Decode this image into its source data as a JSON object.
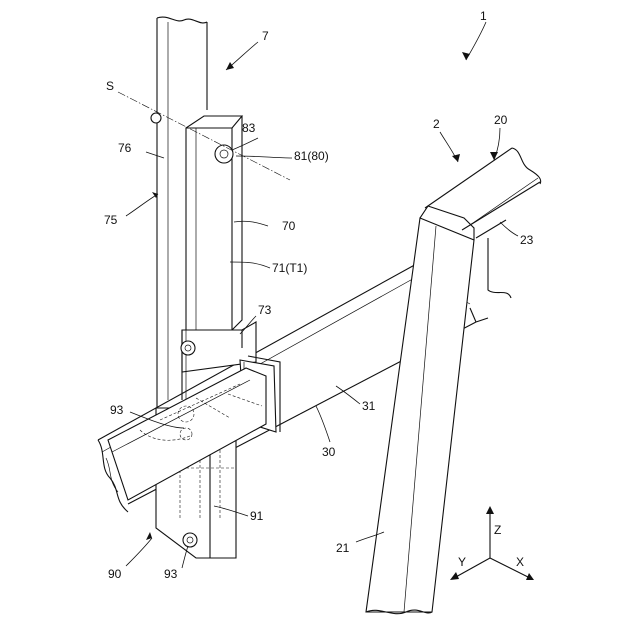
{
  "figure": {
    "labels": {
      "assembly": "1",
      "rack_unit": "7",
      "shelf_unit": "2",
      "beam_top": "20",
      "beam_face": "23",
      "post_front": "21",
      "crossbar": "30",
      "crossbar_top": "31",
      "upright": "70",
      "upright_tube": "71(T1)",
      "bracket": "73",
      "column": "75",
      "column_face": "76",
      "bolt_upper": "83",
      "bolt_pin": "81(80)",
      "sleeve": "91",
      "bolt_left": "93",
      "bolt_lower": "93",
      "clamp": "90",
      "axis_S": "S"
    },
    "axes": {
      "z": "Z",
      "y": "Y",
      "x": "X"
    }
  }
}
